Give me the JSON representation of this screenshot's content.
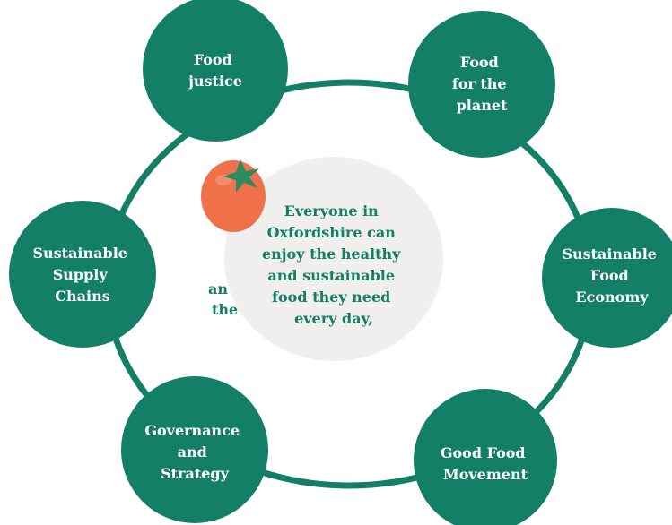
{
  "colors": {
    "ring": "#137f66",
    "node_fill": "#137f66",
    "node_text": "#ffffff",
    "center_fill": "#f0efee",
    "center_text": "#137f66",
    "tomato": "#f0704a",
    "tomato_leaf": "#2b8a5e"
  },
  "icon": "tomato-icon",
  "center": {
    "lines": [
      "Everyone in",
      "Oxfordshire can",
      "enjoy the healthy",
      "and sustainable",
      "food they need",
      "every day,"
    ]
  },
  "behind_fragments": [
    "an",
    "the"
  ],
  "nodes": [
    {
      "name": "food-justice",
      "lines": [
        "Food",
        "justice"
      ]
    },
    {
      "name": "food-for-the-planet",
      "lines": [
        "Food",
        "for the",
        "planet"
      ]
    },
    {
      "name": "sustainable-food-economy",
      "lines": [
        "Sustainable",
        "Food",
        "Economy"
      ]
    },
    {
      "name": "good-food-movement",
      "lines": [
        "Good Food",
        "Movement"
      ]
    },
    {
      "name": "governance-and-strategy",
      "lines": [
        "Governance",
        "and",
        "Strategy"
      ]
    },
    {
      "name": "sustainable-supply-chains",
      "lines": [
        "Sustainable",
        "Supply",
        "Chains"
      ]
    }
  ]
}
